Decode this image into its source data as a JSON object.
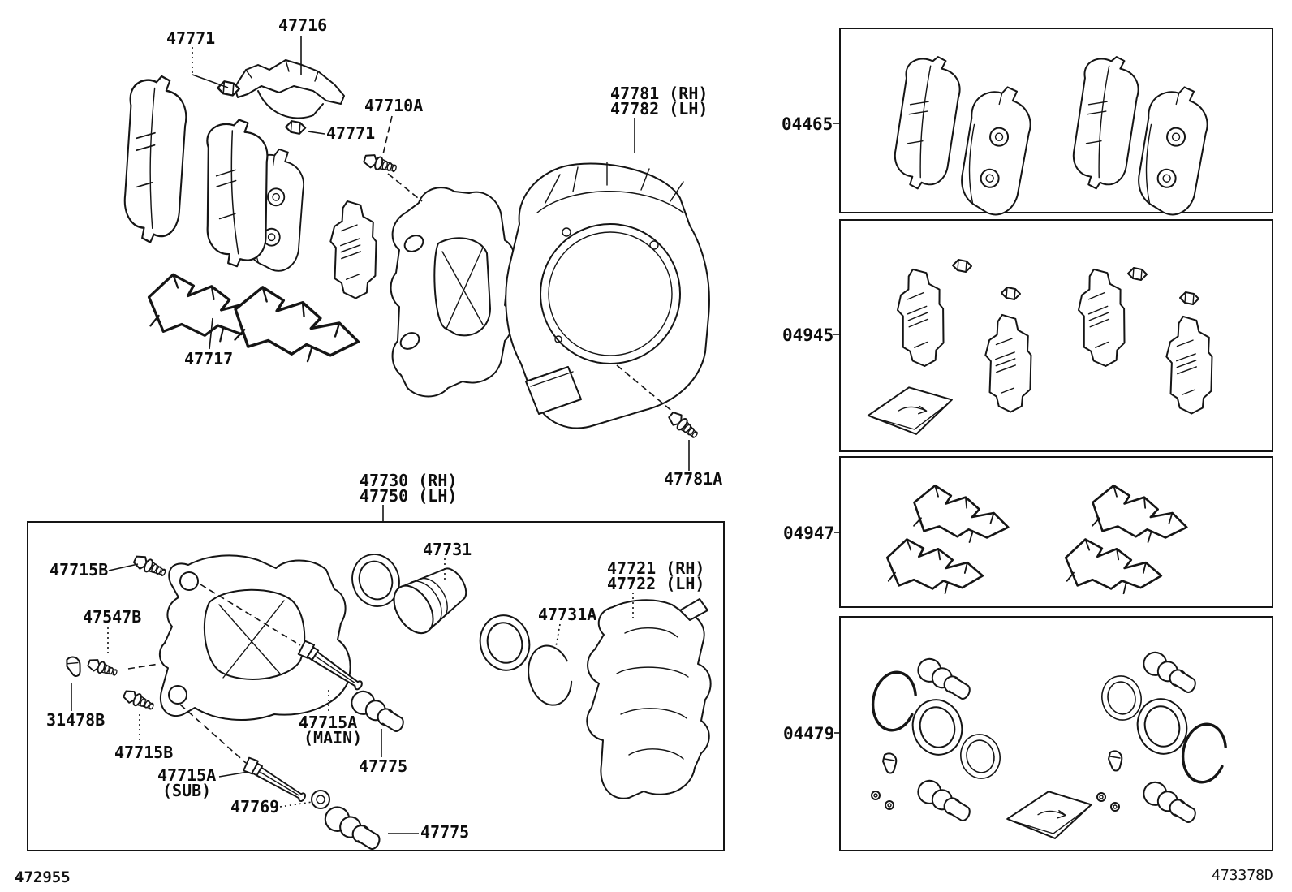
{
  "footer": {
    "left_code": "472955",
    "right_code": "473378D"
  },
  "kits": {
    "pad_kit": "04465",
    "fitting_kit": "04945",
    "shim_kit": "04947",
    "seal_kit": "04479"
  },
  "callouts": {
    "wear_indicator_1": "47771",
    "support_spring": "47716",
    "bleeder_47710a": "47710A",
    "wear_indicator_2": "47771",
    "dust_cover_rh": "47781 (RH)",
    "dust_cover_lh": "47782 (LH)",
    "support_plate": "47717",
    "cover_bolt": "47781A",
    "caliper_rh": "47730 (RH)",
    "caliper_lh": "47750 (LH)",
    "piston": "47731",
    "bushing_upper": "47715B",
    "bleeder_47547b": "47547B",
    "bracket_rh": "47721 (RH)",
    "bracket_lh": "47722 (LH)",
    "set_ring": "47731A",
    "cap": "31478B",
    "bushing_lower": "47715B",
    "pin_main": "47715A",
    "pin_main_note": "(MAIN)",
    "boot_main": "47775",
    "pin_sub": "47715A",
    "pin_sub_note": "(SUB)",
    "pin_bush": "47769",
    "boot_sub": "47775"
  }
}
